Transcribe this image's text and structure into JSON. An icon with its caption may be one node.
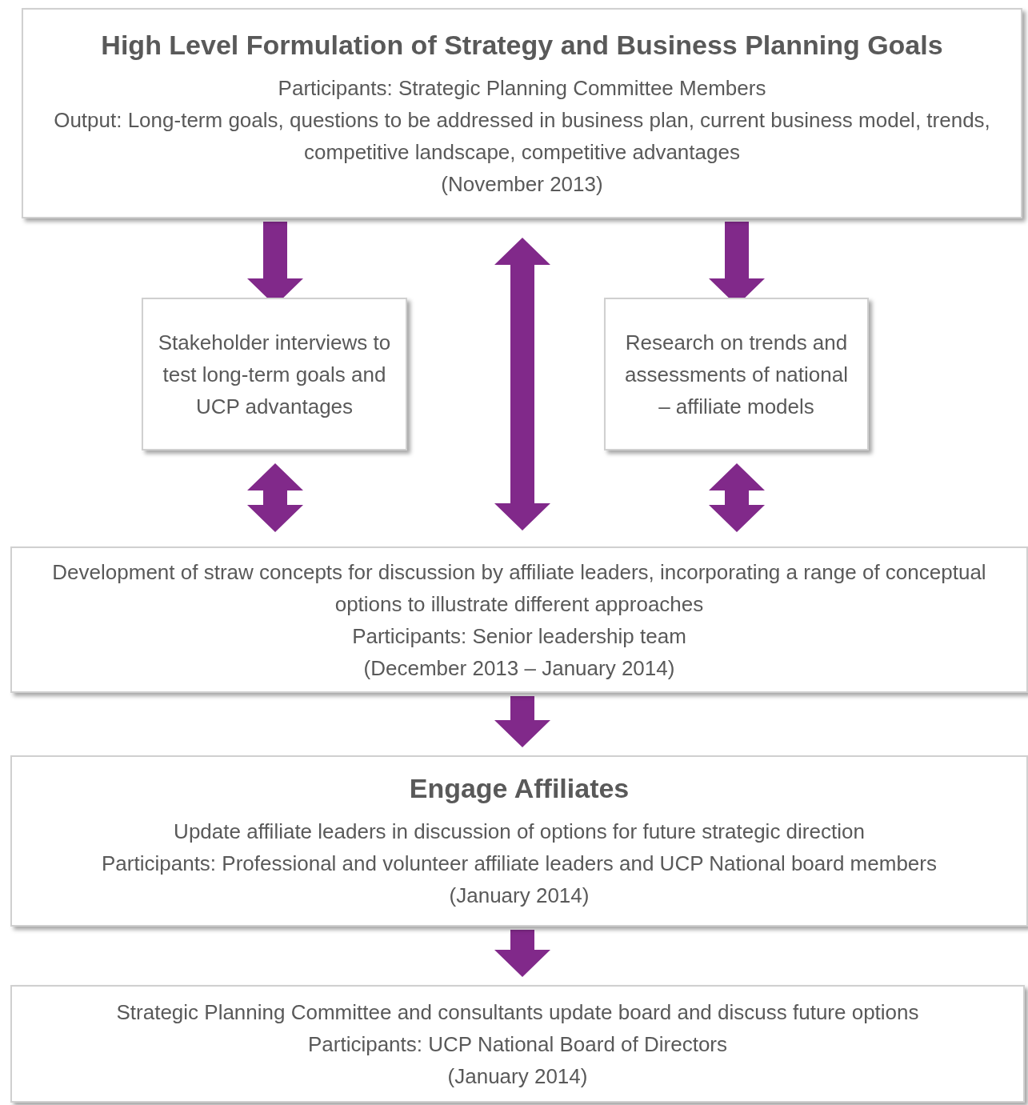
{
  "diagram": {
    "nodes": [
      {
        "text": [
          "High Level Formulation of Strategy and Business Planning Goals",
          "Participants:  Strategic Planning Committee Members",
          "Output:  Long-term goals, questions to be addressed in business plan, current business model, trends, competitive landscape, competitive advantages",
          "(November 2013)"
        ]
      },
      {
        "text": [
          "Stakeholder interviews to test long-term goals and UCP advantages"
        ]
      },
      {
        "text": [
          "Research on trends and assessments of national – affiliate models"
        ]
      },
      {
        "text": [
          "Development of straw concepts for discussion by affiliate leaders, incorporating a range of conceptual options to illustrate different approaches",
          "Participants:  Senior leadership team",
          "(December 2013 – January 2014)"
        ]
      },
      {
        "text": [
          "Engage Affiliates",
          "Update affiliate leaders in discussion of options for future strategic direction",
          "Participants:  Professional and volunteer affiliate leaders and UCP National board members",
          "(January 2014)"
        ]
      },
      {
        "text": [
          "Strategic Planning Committee and consultants update board and discuss future options",
          "Participants:  UCP National Board of Directors",
          "(January 2014)"
        ]
      }
    ],
    "edges": [
      {
        "from": 0,
        "to": 1,
        "arrow": "to"
      },
      {
        "from": 0,
        "to": 3,
        "arrow": "both"
      },
      {
        "from": 0,
        "to": 2,
        "arrow": "to"
      },
      {
        "from": 1,
        "to": 3,
        "arrow": "both"
      },
      {
        "from": 2,
        "to": 3,
        "arrow": "both"
      },
      {
        "from": 3,
        "to": 4,
        "arrow": "to"
      },
      {
        "from": 4,
        "to": 5,
        "arrow": "to"
      }
    ]
  }
}
